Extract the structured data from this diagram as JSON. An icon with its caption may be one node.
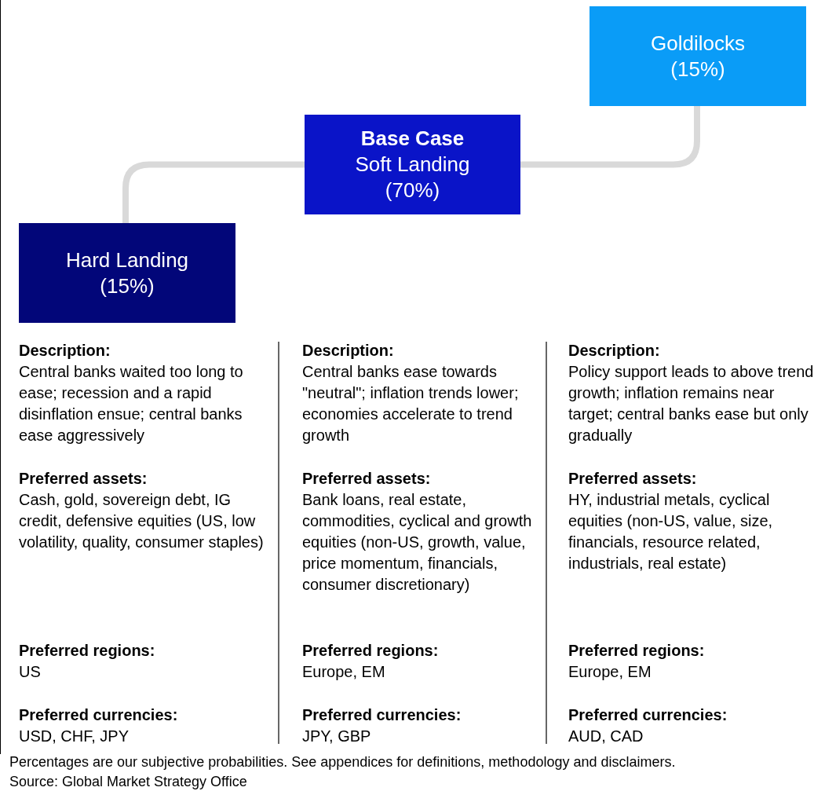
{
  "diagram": {
    "nodes": [
      {
        "text": [
          "Goldilocks (15%)"
        ]
      },
      {
        "text": [
          "Base Case",
          "Soft Landing (70%)"
        ]
      },
      {
        "text": [
          "Hard Landing (15%)"
        ]
      }
    ],
    "edges": [
      {
        "from": 1,
        "to": 2,
        "arrow": "none"
      },
      {
        "from": 1,
        "to": 0,
        "arrow": "none"
      }
    ],
    "labels": [
      "Description:",
      "Central banks waited too long to ease; recession and a rapid disinflation ensue; central banks ease aggressively",
      "Preferred assets:",
      "Cash, gold, sovereign debt, IG credit, defensive equities (US, low volatility, quality, consumer staples)",
      "Preferred regions:",
      "US",
      "Preferred currencies:",
      "USD, CHF, JPY",
      "Description:",
      "Central banks ease towards \"neutral\"; inflation trends lower; economies accelerate to trend growth",
      "Preferred assets:",
      "Bank loans, real estate, commodities, cyclical and growth equities (non-US, growth, value, price momentum, financials, consumer discretionary)",
      "Preferred regions:",
      "Europe, EM",
      "Preferred currencies:",
      "JPY, GBP",
      "Description:",
      "Policy support leads to above trend growth; inflation remains near target; central banks ease but only gradually",
      "Preferred assets:",
      "HY, industrial metals, cyclical equities (non-US, value, size, financials, resource related, industrials, real estate)",
      "Preferred regions:",
      "Europe, EM",
      "Preferred currencies:",
      "AUD, CAD",
      "Percentages are our subjective probabilities. See appendices for definitions, methodology and disclaimers.",
      "Source: Global Market Strategy Office"
    ]
  }
}
